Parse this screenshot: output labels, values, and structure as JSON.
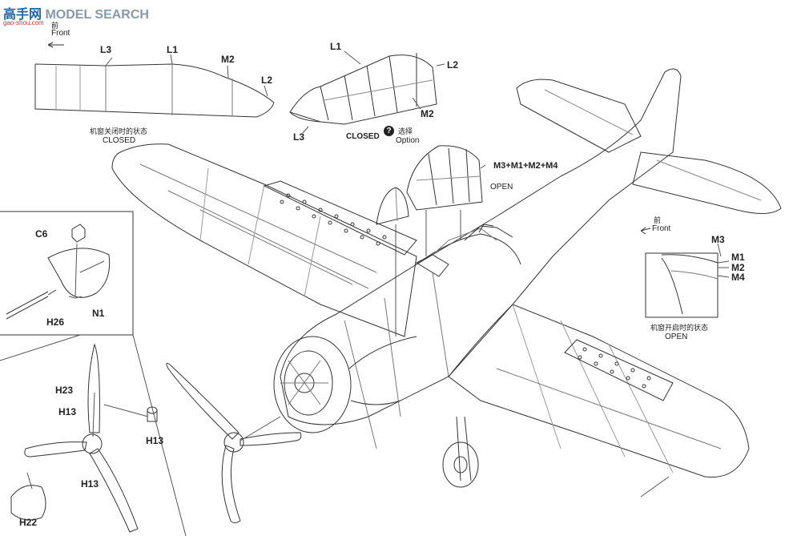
{
  "watermark": {
    "logo": "高手网",
    "brand": "MODEL SEARCH",
    "site": "gao-shou.com"
  },
  "top_left_detail": {
    "front_cn": "前",
    "front_en": "Front",
    "caption_cn": "机窗关闭时的状态",
    "caption_en": "CLOSED",
    "labels": [
      "L3",
      "L1",
      "M2",
      "L2"
    ]
  },
  "canopy_closed": {
    "labels": [
      "L1",
      "L2",
      "M2",
      "L3"
    ],
    "state": "CLOSED"
  },
  "canopy_option": {
    "icon": "?",
    "text_cn": "选择",
    "text_en": "Option"
  },
  "canopy_open": {
    "formula": "M3+M1+M2+M4",
    "state": "OPEN"
  },
  "right_detail": {
    "front_cn": "前",
    "front_en": "Front",
    "labels": [
      "M3",
      "M1",
      "M2",
      "M4"
    ],
    "caption_cn": "机窗开启时的状态",
    "caption_en": "OPEN"
  },
  "inset": {
    "labels": [
      "C6",
      "N1",
      "H26"
    ]
  },
  "propeller": {
    "labels": [
      "H23",
      "H13",
      "H13",
      "H13",
      "H22"
    ]
  }
}
